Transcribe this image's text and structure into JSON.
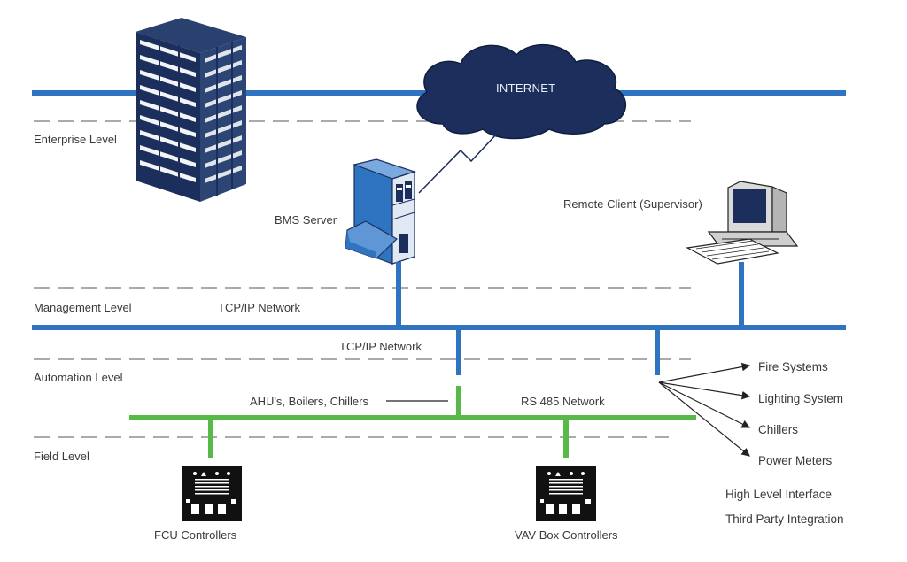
{
  "levels": {
    "enterprise": "Enterprise Level",
    "management": "Management Level",
    "automation": "Automation Level",
    "field": "Field Level"
  },
  "cloud": {
    "label": "INTERNET"
  },
  "devices": {
    "bms_server": "BMS Server",
    "remote_client": "Remote Client (Supervisor)",
    "fcu_controllers": "FCU Controllers",
    "vav_controllers": "VAV Box Controllers"
  },
  "networks": {
    "tcpip_management": "TCP/IP Network",
    "tcpip_automation": "TCP/IP Network",
    "rs485": "RS 485 Network",
    "ahu": "AHU's, Boilers, Chillers"
  },
  "integration": {
    "items": [
      "Fire Systems",
      "Lighting System",
      "Chillers",
      "Power Meters"
    ],
    "footer_line1": "High Level Interface",
    "footer_line2": "Third Party Integration"
  },
  "colors": {
    "ethernet": "#2f74c0",
    "field_bus": "#57b947",
    "building": "#1c2f5c",
    "cloud": "#1c2f5c",
    "dashes": "#777777"
  }
}
